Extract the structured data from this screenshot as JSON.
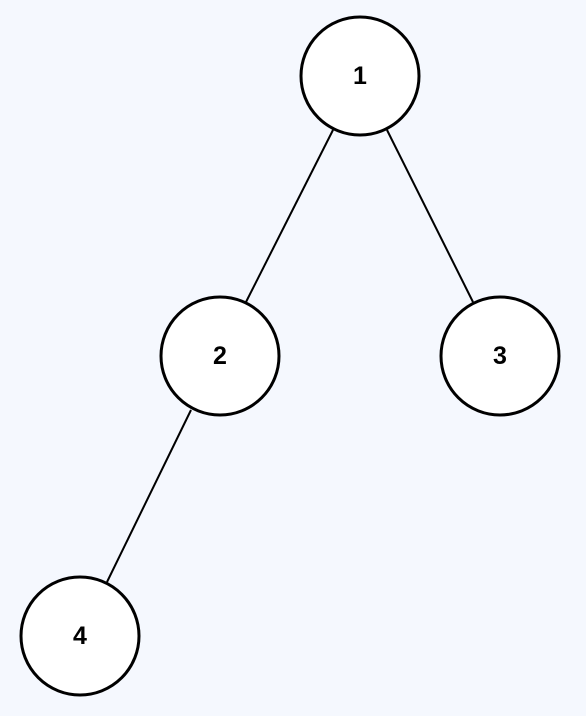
{
  "tree": {
    "nodes": [
      {
        "id": "n1",
        "label": "1"
      },
      {
        "id": "n2",
        "label": "2"
      },
      {
        "id": "n3",
        "label": "3"
      },
      {
        "id": "n4",
        "label": "4"
      }
    ],
    "edges": [
      {
        "from": "n1",
        "to": "n2"
      },
      {
        "from": "n1",
        "to": "n3"
      },
      {
        "from": "n2",
        "to": "n4"
      }
    ]
  },
  "colors": {
    "background": "#f5f8fe",
    "node_fill": "#ffffff",
    "stroke": "#000000"
  }
}
